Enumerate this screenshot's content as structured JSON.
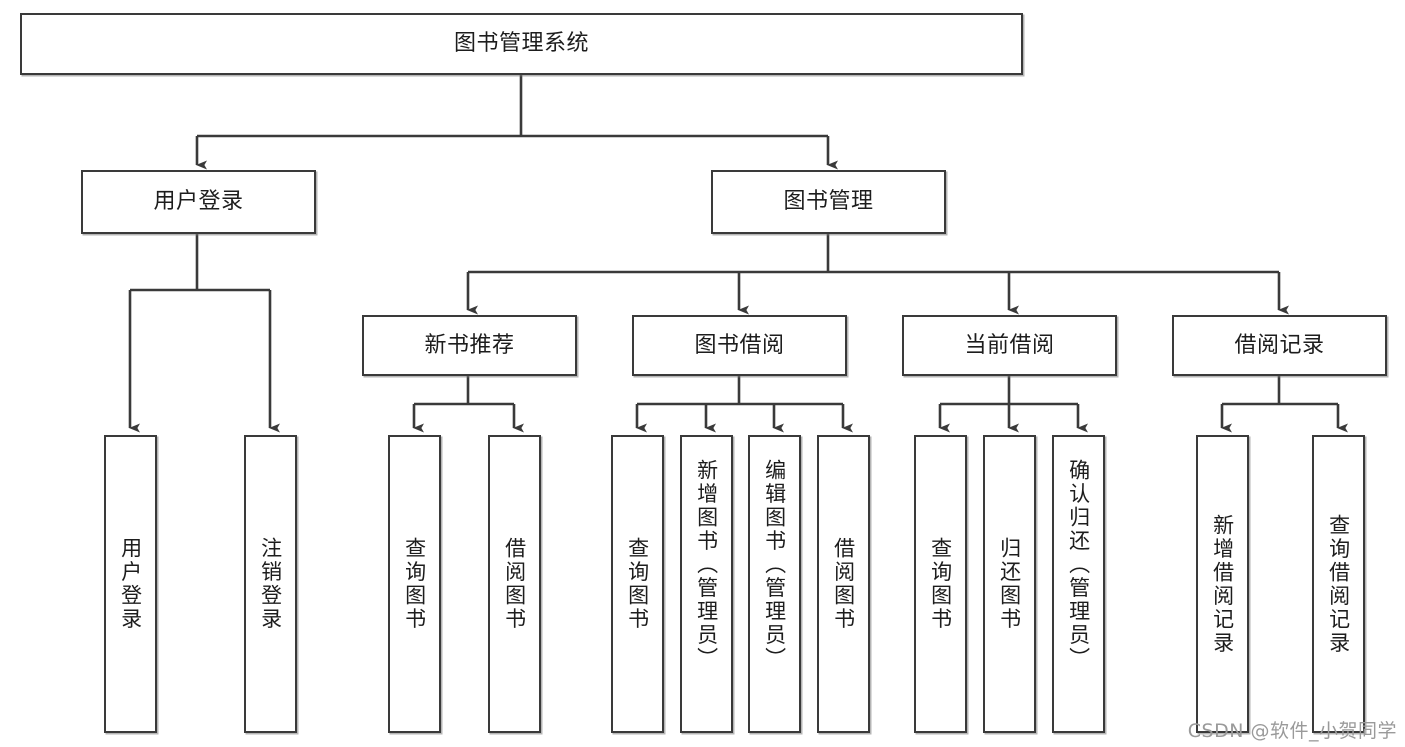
{
  "diagram": {
    "title": "图书管理系统",
    "type": "tree-hierarchy",
    "colors": {
      "box_border": "#3a3a3a",
      "box_fill": "#ffffff",
      "connector": "#3a3a3a",
      "text": "#1d1d1d",
      "watermark": "#9a9a9a",
      "background": "#ffffff"
    },
    "root": {
      "label": "图书管理系统",
      "orientation": "horizontal"
    },
    "level2": [
      {
        "label": "用户登录",
        "orientation": "horizontal"
      },
      {
        "label": "图书管理",
        "orientation": "horizontal"
      }
    ],
    "level3": [
      {
        "label": "新书推荐",
        "orientation": "horizontal"
      },
      {
        "label": "图书借阅",
        "orientation": "horizontal"
      },
      {
        "label": "当前借阅",
        "orientation": "horizontal"
      },
      {
        "label": "借阅记录",
        "orientation": "horizontal"
      }
    ],
    "leaves": {
      "user_login": [
        {
          "label": "用户登录",
          "orientation": "vertical"
        },
        {
          "label": "注销登录",
          "orientation": "vertical"
        }
      ],
      "new_book_recommend": [
        {
          "label": "查询图书",
          "orientation": "vertical"
        },
        {
          "label": "借阅图书",
          "orientation": "vertical"
        }
      ],
      "book_borrow": [
        {
          "label": "查询图书",
          "orientation": "vertical"
        },
        {
          "label": "新增图书（管理员）",
          "orientation": "vertical"
        },
        {
          "label": "编辑图书（管理员）",
          "orientation": "vertical"
        },
        {
          "label": "借阅图书",
          "orientation": "vertical"
        }
      ],
      "current_borrow": [
        {
          "label": "查询图书",
          "orientation": "vertical"
        },
        {
          "label": "归还图书",
          "orientation": "vertical"
        },
        {
          "label": "确认归还（管理员）",
          "orientation": "vertical"
        }
      ],
      "borrow_record": [
        {
          "label": "新增借阅记录",
          "orientation": "vertical"
        },
        {
          "label": "查询借阅记录",
          "orientation": "vertical"
        }
      ]
    },
    "watermark": "CSDN @软件_小贺同学"
  }
}
